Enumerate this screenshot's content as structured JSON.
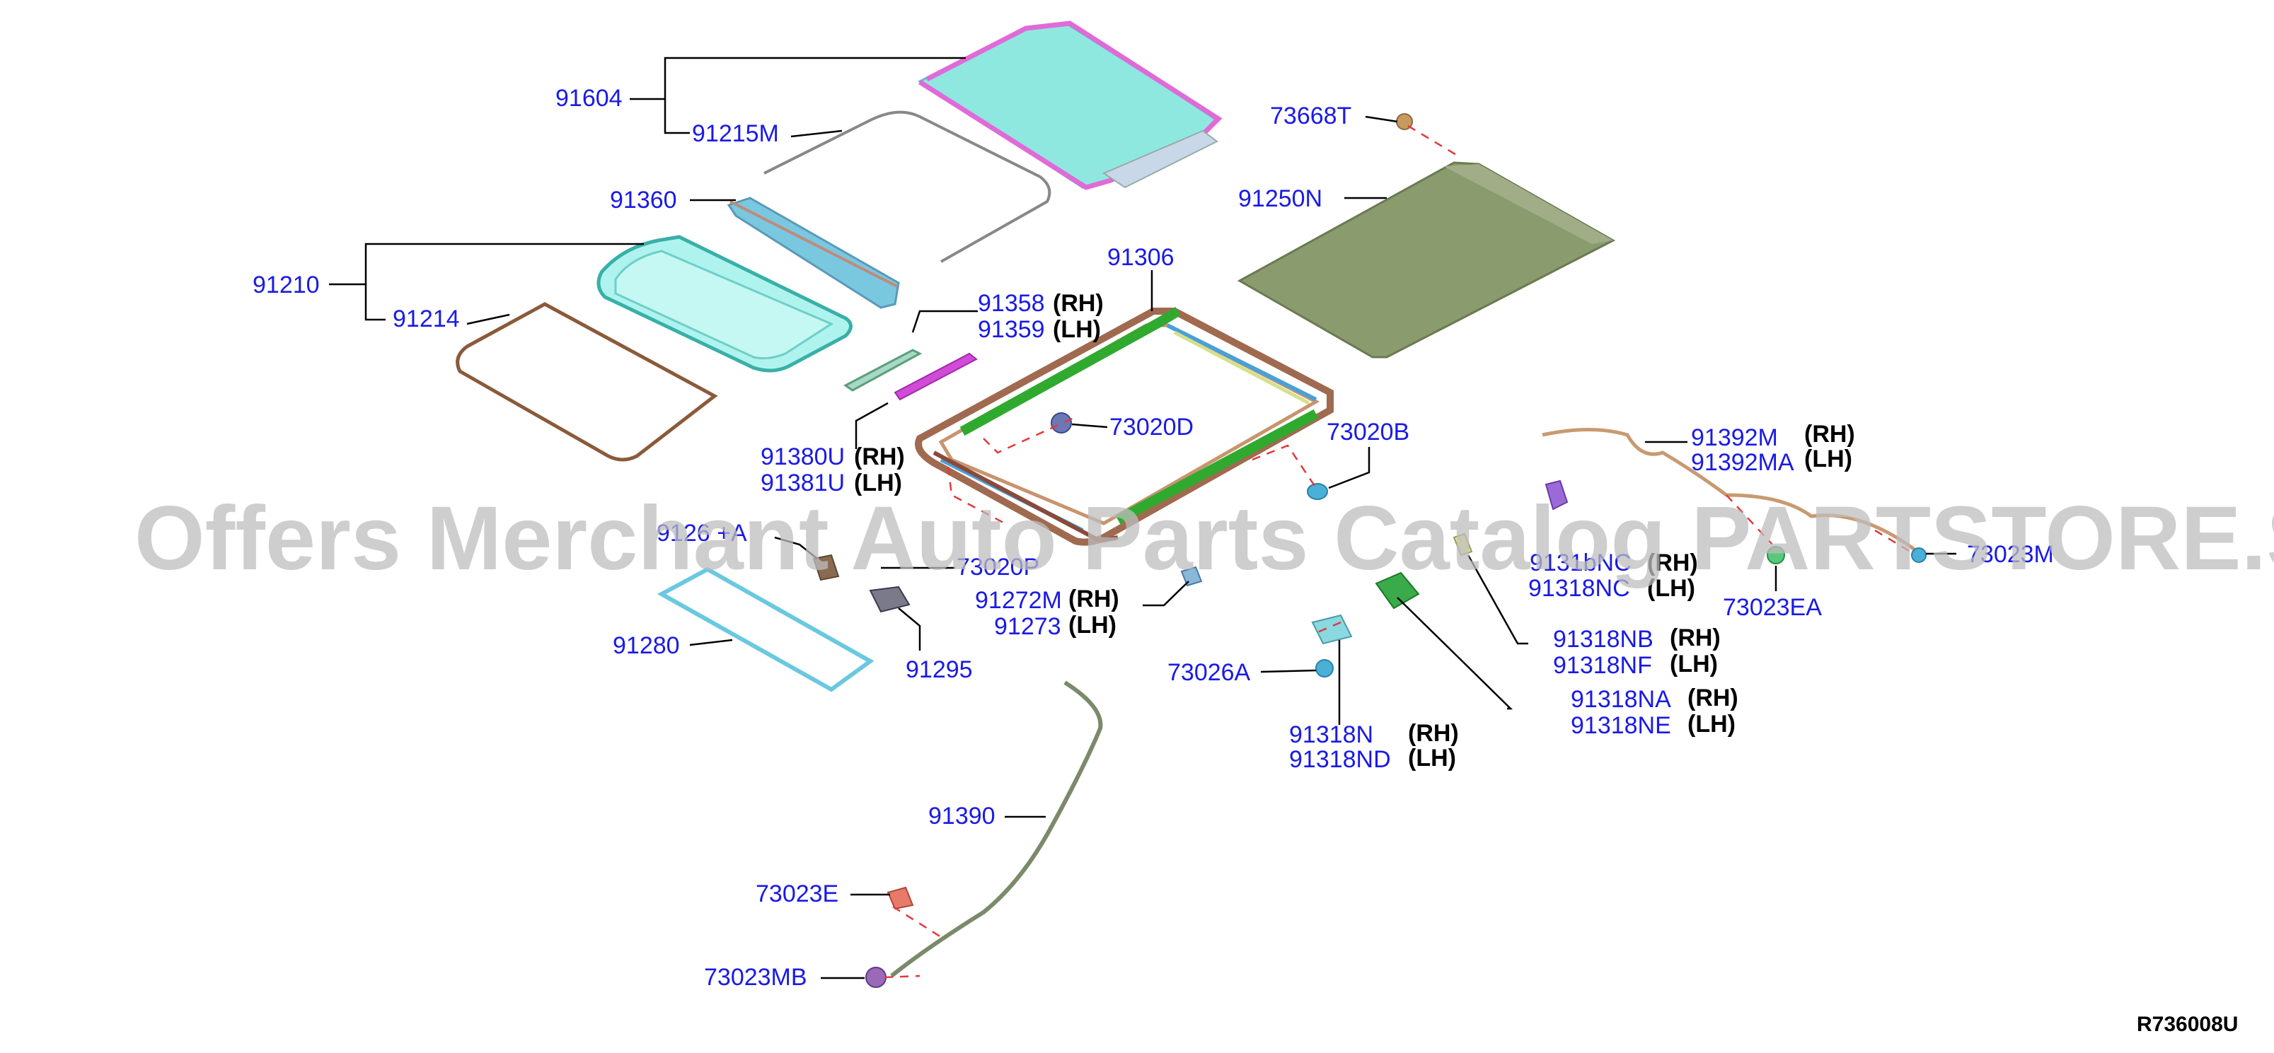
{
  "watermark": "Offers Merchant Auto Parts Catalog PARTSTORE.SA",
  "reference_code": "R736008U",
  "callouts": {
    "p91604": "91604",
    "p91215M": "91215M",
    "p91360": "91360",
    "p91210": "91210",
    "p91214": "91214",
    "p73668T": "73668T",
    "p91250N": "91250N",
    "p91306": "91306",
    "p91358": "91358",
    "p91359": "91359",
    "p91380U": "91380U",
    "p91381U": "91381U",
    "p73020D": "73020D",
    "p73020B": "73020B",
    "p91392M": "91392M",
    "p91392MA": "91392MA",
    "p91318NC_partial": "9131bNC",
    "p91318NC": "91318NC",
    "p73023M": "73023M",
    "p73023EA": "73023EA",
    "p91264_partial": "9126 +A",
    "p73020P": "73020P",
    "p91272M": "91272M",
    "p91273": "91273",
    "p91280": "91280",
    "p91295": "91295",
    "p73026A": "73026A",
    "p91318NB": "91318NB",
    "p91318NF": "91318NF",
    "p91318NA": "91318NA",
    "p91318NE": "91318NE",
    "p91318N": "91318N",
    "p91318ND": "91318ND",
    "p91390": "91390",
    "p73023E": "73023E",
    "p73023MB": "73023MB"
  },
  "sides": {
    "rh": "(RH)",
    "lh": "(LH)",
    "rh_partial": "(RH)"
  },
  "colors": {
    "part_number": "#1a1ae6",
    "leader_line": "#000000",
    "dashed_leader": "#e23a3a",
    "glass_top": "#8fe8e0",
    "glass_top_frame": "#e06ad8",
    "sunshade": "#8a9b6e",
    "seal": "#8a5a3a",
    "frame": "#7a4a3a",
    "rail": "#2faa2f",
    "rail_blue": "#4aa0d8"
  }
}
